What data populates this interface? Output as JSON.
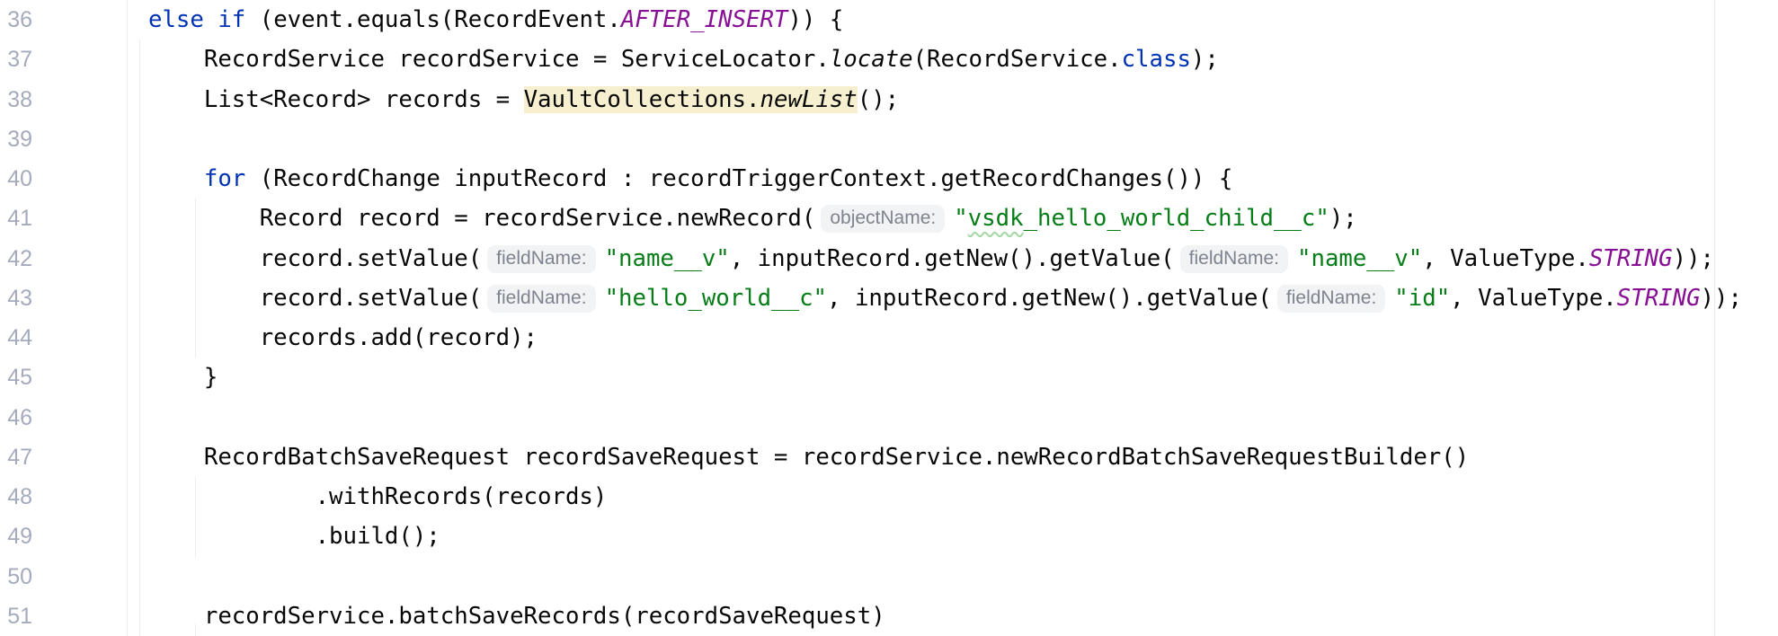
{
  "editor": {
    "colors": {
      "keyword": "#0033b3",
      "constant": "#871094",
      "string": "#067d17",
      "usage_highlight_bg": "#f6f0d0",
      "hint_chip_bg": "#f2f3f5",
      "hint_chip_text": "#7f838e",
      "line_number": "#a5abbc",
      "indent_guide": "#ebecf0",
      "default_text": "#070707",
      "background": "#ffffff",
      "typo_squiggle": "#a3d8a3"
    },
    "first_line_number": 36,
    "last_line_number": 51,
    "lines": [
      {
        "num": "36",
        "segments": [
          {
            "text": "else",
            "type": "keyword"
          },
          {
            "text": " ",
            "type": "plain"
          },
          {
            "text": "if",
            "type": "keyword"
          },
          {
            "text": " (event.equals(RecordEvent.",
            "type": "plain"
          },
          {
            "text": "AFTER_INSERT",
            "type": "constant"
          },
          {
            "text": ")) {",
            "type": "plain"
          }
        ]
      },
      {
        "num": "37",
        "segments": [
          {
            "text": "    RecordService recordService = ServiceLocator.",
            "type": "plain"
          },
          {
            "text": "locate",
            "type": "method"
          },
          {
            "text": "(RecordService.",
            "type": "plain"
          },
          {
            "text": "class",
            "type": "keyword"
          },
          {
            "text": ");",
            "type": "plain"
          }
        ]
      },
      {
        "num": "38",
        "segments": [
          {
            "text": "    List<Record> records = ",
            "type": "plain"
          },
          {
            "text": "VaultCollections.",
            "type": "highlight"
          },
          {
            "text": "newList",
            "type": "highlight_method"
          },
          {
            "text": "();",
            "type": "plain"
          }
        ]
      },
      {
        "num": "39",
        "segments": []
      },
      {
        "num": "40",
        "segments": [
          {
            "text": "    ",
            "type": "plain"
          },
          {
            "text": "for",
            "type": "keyword"
          },
          {
            "text": " (RecordChange inputRecord : recordTriggerContext.getRecordChanges()) {",
            "type": "plain"
          }
        ]
      },
      {
        "num": "41",
        "segments": [
          {
            "text": "        Record record = recordService.newRecord(",
            "type": "plain"
          },
          {
            "text": "objectName:",
            "type": "hint"
          },
          {
            "text": "\"",
            "type": "string"
          },
          {
            "text": "vsdk",
            "type": "string_typo"
          },
          {
            "text": "_hello_world_child__c\"",
            "type": "string"
          },
          {
            "text": ");",
            "type": "plain"
          }
        ]
      },
      {
        "num": "42",
        "segments": [
          {
            "text": "        record.setValue(",
            "type": "plain"
          },
          {
            "text": "fieldName:",
            "type": "hint"
          },
          {
            "text": "\"name__v\"",
            "type": "string"
          },
          {
            "text": ", inputRecord.getNew().getValue(",
            "type": "plain"
          },
          {
            "text": "fieldName:",
            "type": "hint"
          },
          {
            "text": "\"name__v\"",
            "type": "string"
          },
          {
            "text": ", ValueType.",
            "type": "plain"
          },
          {
            "text": "STRING",
            "type": "constant"
          },
          {
            "text": "));",
            "type": "plain"
          }
        ]
      },
      {
        "num": "43",
        "segments": [
          {
            "text": "        record.setValue(",
            "type": "plain"
          },
          {
            "text": "fieldName:",
            "type": "hint"
          },
          {
            "text": "\"hello_world__c\"",
            "type": "string"
          },
          {
            "text": ", inputRecord.getNew().getValue(",
            "type": "plain"
          },
          {
            "text": "fieldName:",
            "type": "hint"
          },
          {
            "text": "\"id\"",
            "type": "string"
          },
          {
            "text": ", ValueType.",
            "type": "plain"
          },
          {
            "text": "STRING",
            "type": "constant"
          },
          {
            "text": "));",
            "type": "plain"
          }
        ]
      },
      {
        "num": "44",
        "segments": [
          {
            "text": "        records.add(record);",
            "type": "plain"
          }
        ]
      },
      {
        "num": "45",
        "segments": [
          {
            "text": "    }",
            "type": "plain"
          }
        ]
      },
      {
        "num": "46",
        "segments": []
      },
      {
        "num": "47",
        "segments": [
          {
            "text": "    RecordBatchSaveRequest recordSaveRequest = recordService.newRecordBatchSaveRequestBuilder()",
            "type": "plain"
          }
        ]
      },
      {
        "num": "48",
        "segments": [
          {
            "text": "            .withRecords(records)",
            "type": "plain"
          }
        ]
      },
      {
        "num": "49",
        "segments": [
          {
            "text": "            .build();",
            "type": "plain"
          }
        ]
      },
      {
        "num": "50",
        "segments": []
      },
      {
        "num": "51",
        "segments": [
          {
            "text": "    recordService.batchSaveRecords(recordSaveRequest)",
            "type": "plain"
          }
        ]
      }
    ]
  }
}
